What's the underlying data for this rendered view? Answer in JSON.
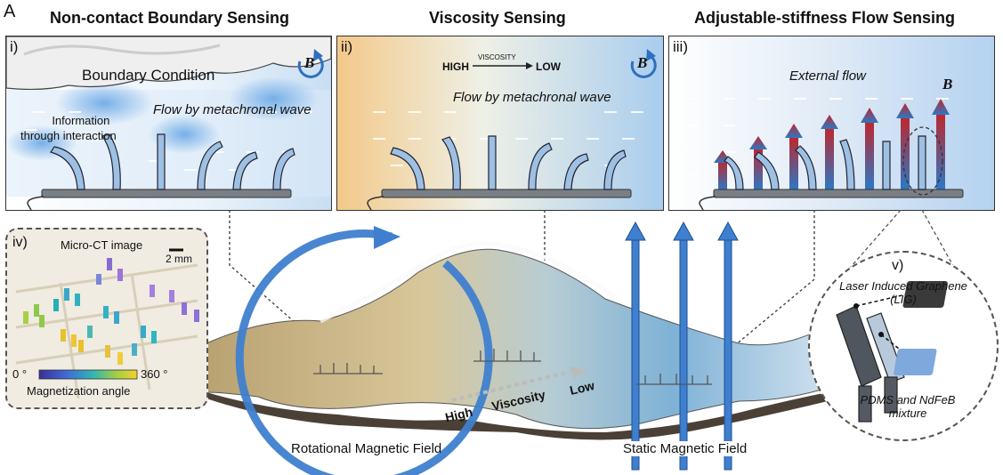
{
  "figure_label": "A",
  "headings": {
    "boundary": "Non-contact Boundary Sensing",
    "viscosity": "Viscosity Sensing",
    "stiffness": "Adjustable-stiffness Flow Sensing"
  },
  "panel_i": {
    "roman": "i)",
    "boundary_condition": "Boundary Condition",
    "info_line1": "Information",
    "info_line2": "through interaction",
    "flow": "Flow by metachronal wave",
    "field_symbol": "B"
  },
  "panel_ii": {
    "roman": "ii)",
    "high": "HIGH",
    "viscosity_small": "VISCOSITY",
    "low": "LOW",
    "flow": "Flow by metachronal wave",
    "field_symbol": "B"
  },
  "panel_iii": {
    "roman": "iii)",
    "external_flow": "External flow",
    "field_symbol": "B"
  },
  "panel_iv": {
    "roman": "iv)",
    "title": "Micro-CT image",
    "scale": "2 mm",
    "angle_min": "0 °",
    "angle_max": "360 °",
    "angle_label": "Magnetization angle"
  },
  "panel_v": {
    "roman": "v)",
    "lig_line1": "Laser Induced Graphene",
    "lig_line2": "(LIG)",
    "pdms_line1": "PDMS and NdFeB",
    "pdms_line2": "mixture"
  },
  "bottom": {
    "high": "High",
    "viscosity": "Viscosity",
    "low": "Low",
    "rotational": "Rotational Magnetic Field",
    "static": "Static Magnetic Field"
  },
  "colors": {
    "flow_blue": "#4a8fd6",
    "viscous_orange": "#f3c98a",
    "field_arrow": "#3f7fcf",
    "force_red": "#c0262a",
    "stiffness_blue": "#2a78c8",
    "panel_border": "#333333"
  }
}
